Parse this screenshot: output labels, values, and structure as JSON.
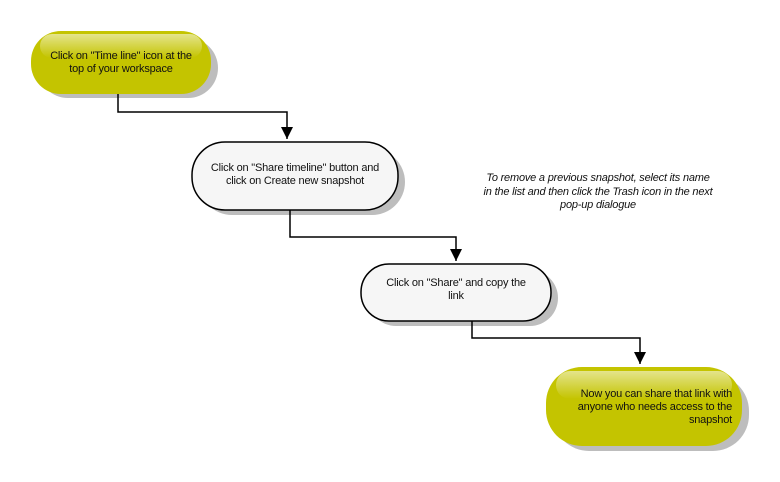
{
  "steps": [
    {
      "text": "Click on \"Time line\" icon at the top of your workspace",
      "style": "start"
    },
    {
      "text": "Click on \"Share timeline\" button and click on Create new snapshot",
      "style": "process"
    },
    {
      "text": "Click on \"Share\" and copy the link",
      "style": "process"
    },
    {
      "text": "Now you can share that link with anyone who needs access to the snapshot",
      "style": "end"
    }
  ],
  "note": "To remove a previous snapshot, select its name in the list and then click the Trash icon in the next pop-up dialogue",
  "colors": {
    "terminal_fill": "#c4c400",
    "terminal_highlight": "#e6e67a",
    "process_fill": "#f6f6f6",
    "outline": "#000000",
    "shadow": "#bdbdbd"
  }
}
